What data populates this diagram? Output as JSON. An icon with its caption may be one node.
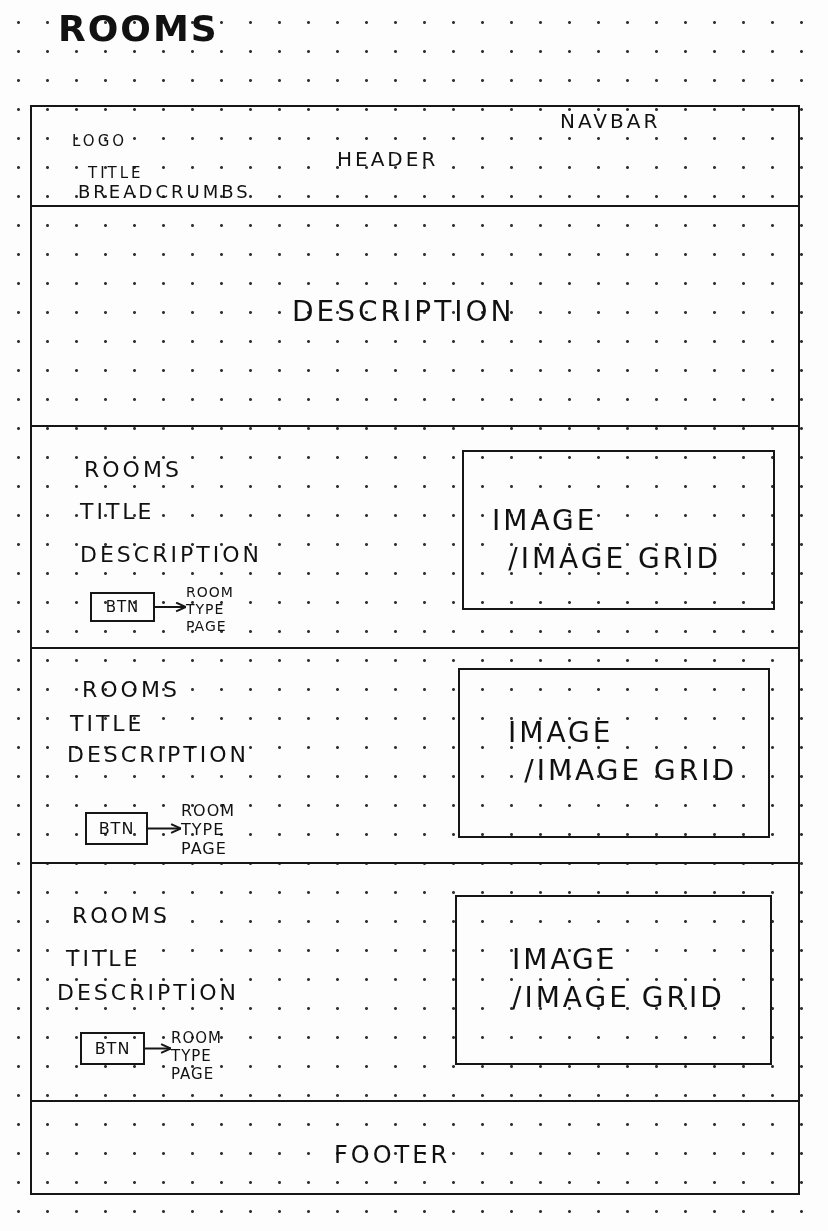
{
  "diagram": {
    "title": "ROOMS",
    "nodes": [
      {
        "text": [
          "NAVBAR",
          "LOGO",
          "HEADER",
          "TITLE",
          "BREADCRUMBS"
        ]
      },
      {
        "text": [
          "DESCRIPTION"
        ]
      },
      {
        "text": [
          "ROOMS",
          "TITLE",
          "DESCRIPTION"
        ]
      },
      {
        "text": [
          "BTN"
        ],
        "in": 2
      },
      {
        "text": [
          "ROOM TYPE PAGE"
        ],
        "in": 2
      },
      {
        "text": [
          "IMAGE /IMAGE GRID"
        ],
        "in": 2
      },
      {
        "text": [
          "ROOMS",
          "TITLE",
          "DESCRIPTION"
        ]
      },
      {
        "text": [
          "BTN"
        ],
        "in": 6
      },
      {
        "text": [
          "ROOM TYPE PAGE"
        ],
        "in": 6
      },
      {
        "text": [
          "IMAGE /IMAGE GRID"
        ],
        "in": 6
      },
      {
        "text": [
          "ROOMS",
          "TITLE",
          "DESCRIPTION"
        ]
      },
      {
        "text": [
          "BTN"
        ],
        "in": 10
      },
      {
        "text": [
          "ROOM TYPE PAGE"
        ],
        "in": 10
      },
      {
        "text": [
          "IMAGE /IMAGE GRID"
        ],
        "in": 10
      },
      {
        "text": [
          "FOOTER"
        ]
      }
    ],
    "edges": [
      {
        "from": 3,
        "to": 4,
        "arrow": "to"
      },
      {
        "from": 7,
        "to": 8,
        "arrow": "to"
      },
      {
        "from": 11,
        "to": 12,
        "arrow": "to"
      }
    ]
  }
}
